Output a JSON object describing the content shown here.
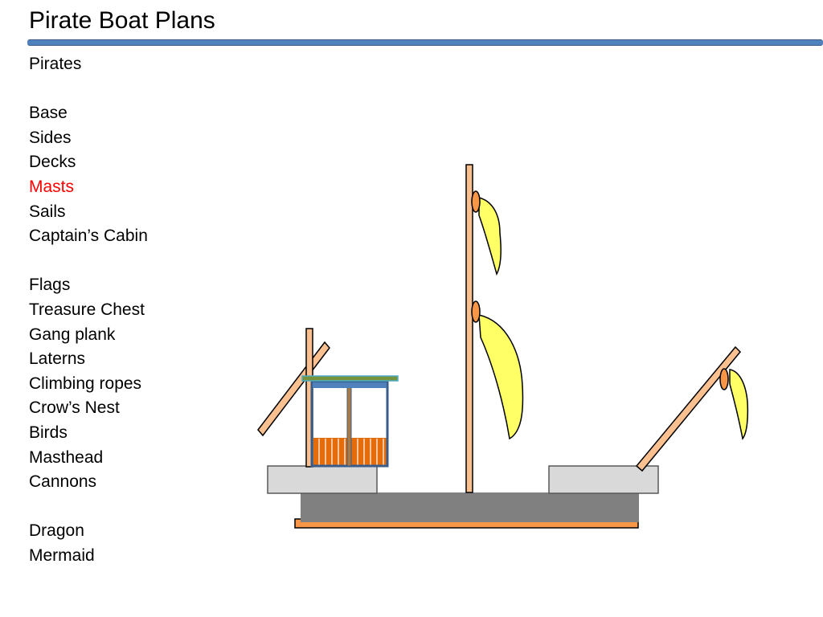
{
  "slide": {
    "title": "Pirate Boat Plans",
    "accent_color": "#4f81bd",
    "highlight_color": "#ff0000"
  },
  "list": {
    "items": [
      {
        "label": "Pirates",
        "highlight": false
      },
      {
        "label": "",
        "spacer": true
      },
      {
        "label": "Base",
        "highlight": false
      },
      {
        "label": "Sides",
        "highlight": false
      },
      {
        "label": "Decks",
        "highlight": false
      },
      {
        "label": "Masts",
        "highlight": true
      },
      {
        "label": "Sails",
        "highlight": false
      },
      {
        "label": "Captain’s Cabin",
        "highlight": false
      },
      {
        "label": "",
        "spacer": true
      },
      {
        "label": "Flags",
        "highlight": false
      },
      {
        "label": "Treasure Chest",
        "highlight": false
      },
      {
        "label": "Gang plank",
        "highlight": false
      },
      {
        "label": "Laterns",
        "highlight": false
      },
      {
        "label": "Climbing ropes",
        "highlight": false
      },
      {
        "label": "Crow’s Nest",
        "highlight": false
      },
      {
        "label": "Birds",
        "highlight": false
      },
      {
        "label": "Masthead",
        "highlight": false
      },
      {
        "label": "Cannons",
        "highlight": false
      },
      {
        "label": "",
        "spacer": true
      },
      {
        "label": "Dragon",
        "highlight": false
      },
      {
        "label": "Mermaid",
        "highlight": false
      }
    ]
  },
  "diagram": {
    "colors": {
      "hull": "#808080",
      "keel": "#f79646",
      "deck": "#d9d9d9",
      "mast": "#fac090",
      "mast_outline": "#c0504d",
      "sail": "#ffff66",
      "ring": "#f79646",
      "cabin_frame": "#4f81bd",
      "cabin_roof": "#4bacc6",
      "cabin_base": "#e46c0a"
    }
  }
}
